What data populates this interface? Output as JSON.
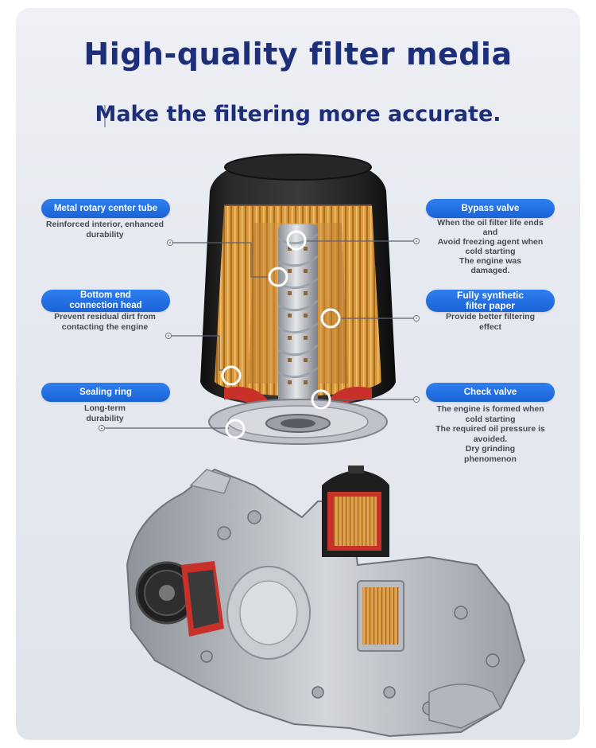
{
  "title": "High-quality filter media",
  "subtitle": "Make the filtering more accurate.",
  "callouts": {
    "metal_tube": {
      "label": "Metal rotary center tube",
      "desc": [
        "Reinforced interior, enhanced",
        "durability"
      ]
    },
    "bottom_end": {
      "label": [
        "Bottom end",
        "connection head"
      ],
      "desc": [
        "Prevent residual dirt from",
        "contacting the engine"
      ]
    },
    "sealing_ring": {
      "label": "Sealing ring",
      "desc": [
        "Long-term",
        "durability"
      ]
    },
    "bypass_valve": {
      "label": "Bypass valve",
      "desc": [
        "When the oil filter life ends",
        "and",
        "Avoid freezing agent when",
        "cold starting",
        "The engine was",
        "damaged."
      ]
    },
    "synthetic_paper": {
      "label": [
        "Fully synthetic",
        "filter paper"
      ],
      "desc": [
        "Provide better filtering",
        "effect"
      ]
    },
    "check_valve": {
      "label": "Check valve",
      "desc": [
        "The engine is formed when",
        "cold starting",
        "The required oil pressure is",
        "avoided.",
        "Dry grinding",
        "phenomenon"
      ]
    }
  },
  "colors": {
    "title": "#1e2f7a",
    "pill": "#2272e6",
    "filter_paper": "#d99a3c",
    "canister": "#1b1b1b",
    "metal": "#b9bdc3",
    "seal_red": "#c8302a"
  }
}
